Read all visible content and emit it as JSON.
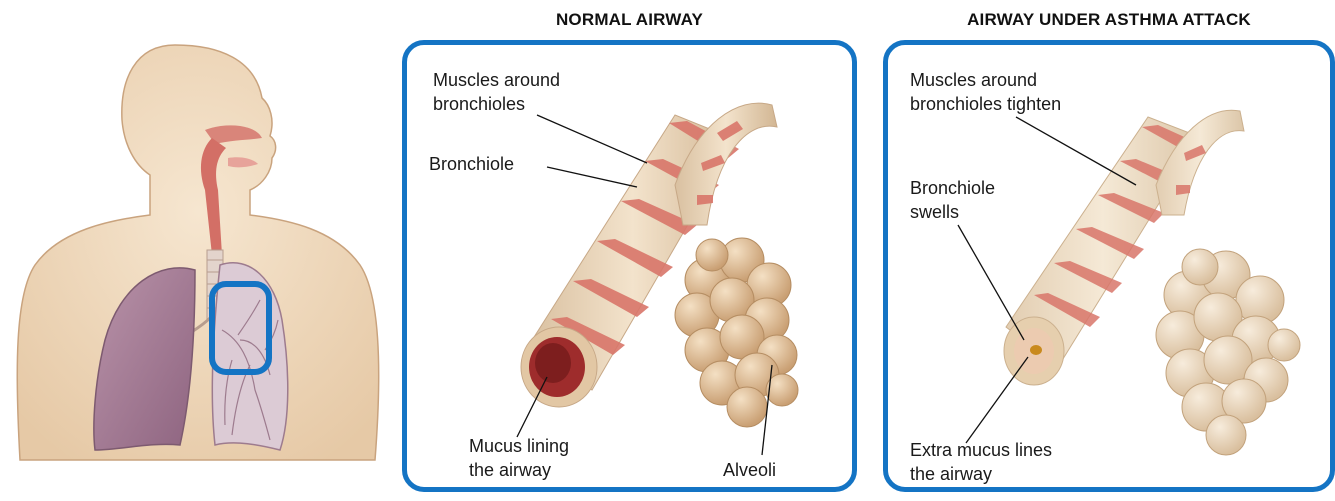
{
  "normal_panel": {
    "title": "NORMAL AIRWAY",
    "labels": {
      "muscles_line1": "Muscles around",
      "muscles_line2": "bronchioles",
      "bronchiole": "Bronchiole",
      "mucus_line1": "Mucus lining",
      "mucus_line2": "the airway",
      "alveoli": "Alveoli"
    }
  },
  "asthma_panel": {
    "title": "AIRWAY UNDER ASTHMA ATTACK",
    "labels": {
      "muscles_line1": "Muscles around",
      "muscles_line2": "bronchioles tighten",
      "bronchiole_line1": "Bronchiole",
      "bronchiole_line2": "swells",
      "mucus_line1": "Extra mucus lines",
      "mucus_line2": "the airway"
    }
  },
  "colors": {
    "frame": "#1474c4",
    "tube": "#ecd8b8",
    "muscle_band": "#d9766a",
    "lumen": "#9e2c2c",
    "alveoli": "#e4c49a",
    "lung": "#a98096",
    "skin": "#f1dcc2"
  }
}
